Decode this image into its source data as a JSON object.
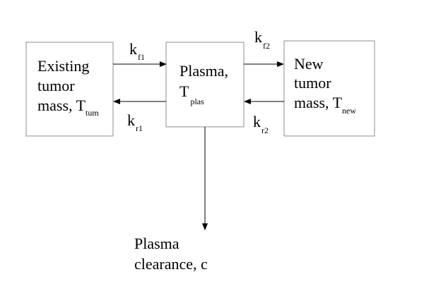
{
  "nodes": {
    "existing": {
      "lines": [
        "Existing",
        "tumor"
      ],
      "last_prefix": "mass, T",
      "subscript": "tum"
    },
    "plasma": {
      "line1": "Plasma,",
      "symbol": "T",
      "subscript": "plas"
    },
    "new_mass": {
      "lines": [
        "New",
        "tumor"
      ],
      "last_prefix": "mass, T",
      "subscript": "new"
    },
    "clearance": {
      "line1": "Plasma",
      "line2": "clearance, c"
    }
  },
  "rates": {
    "kf1": {
      "k": "k",
      "sub": "f1"
    },
    "kr1": {
      "k": "k",
      "sub": "r1"
    },
    "kf2": {
      "k": "k",
      "sub": "f2"
    },
    "kr2": {
      "k": "k",
      "sub": "r2"
    }
  }
}
